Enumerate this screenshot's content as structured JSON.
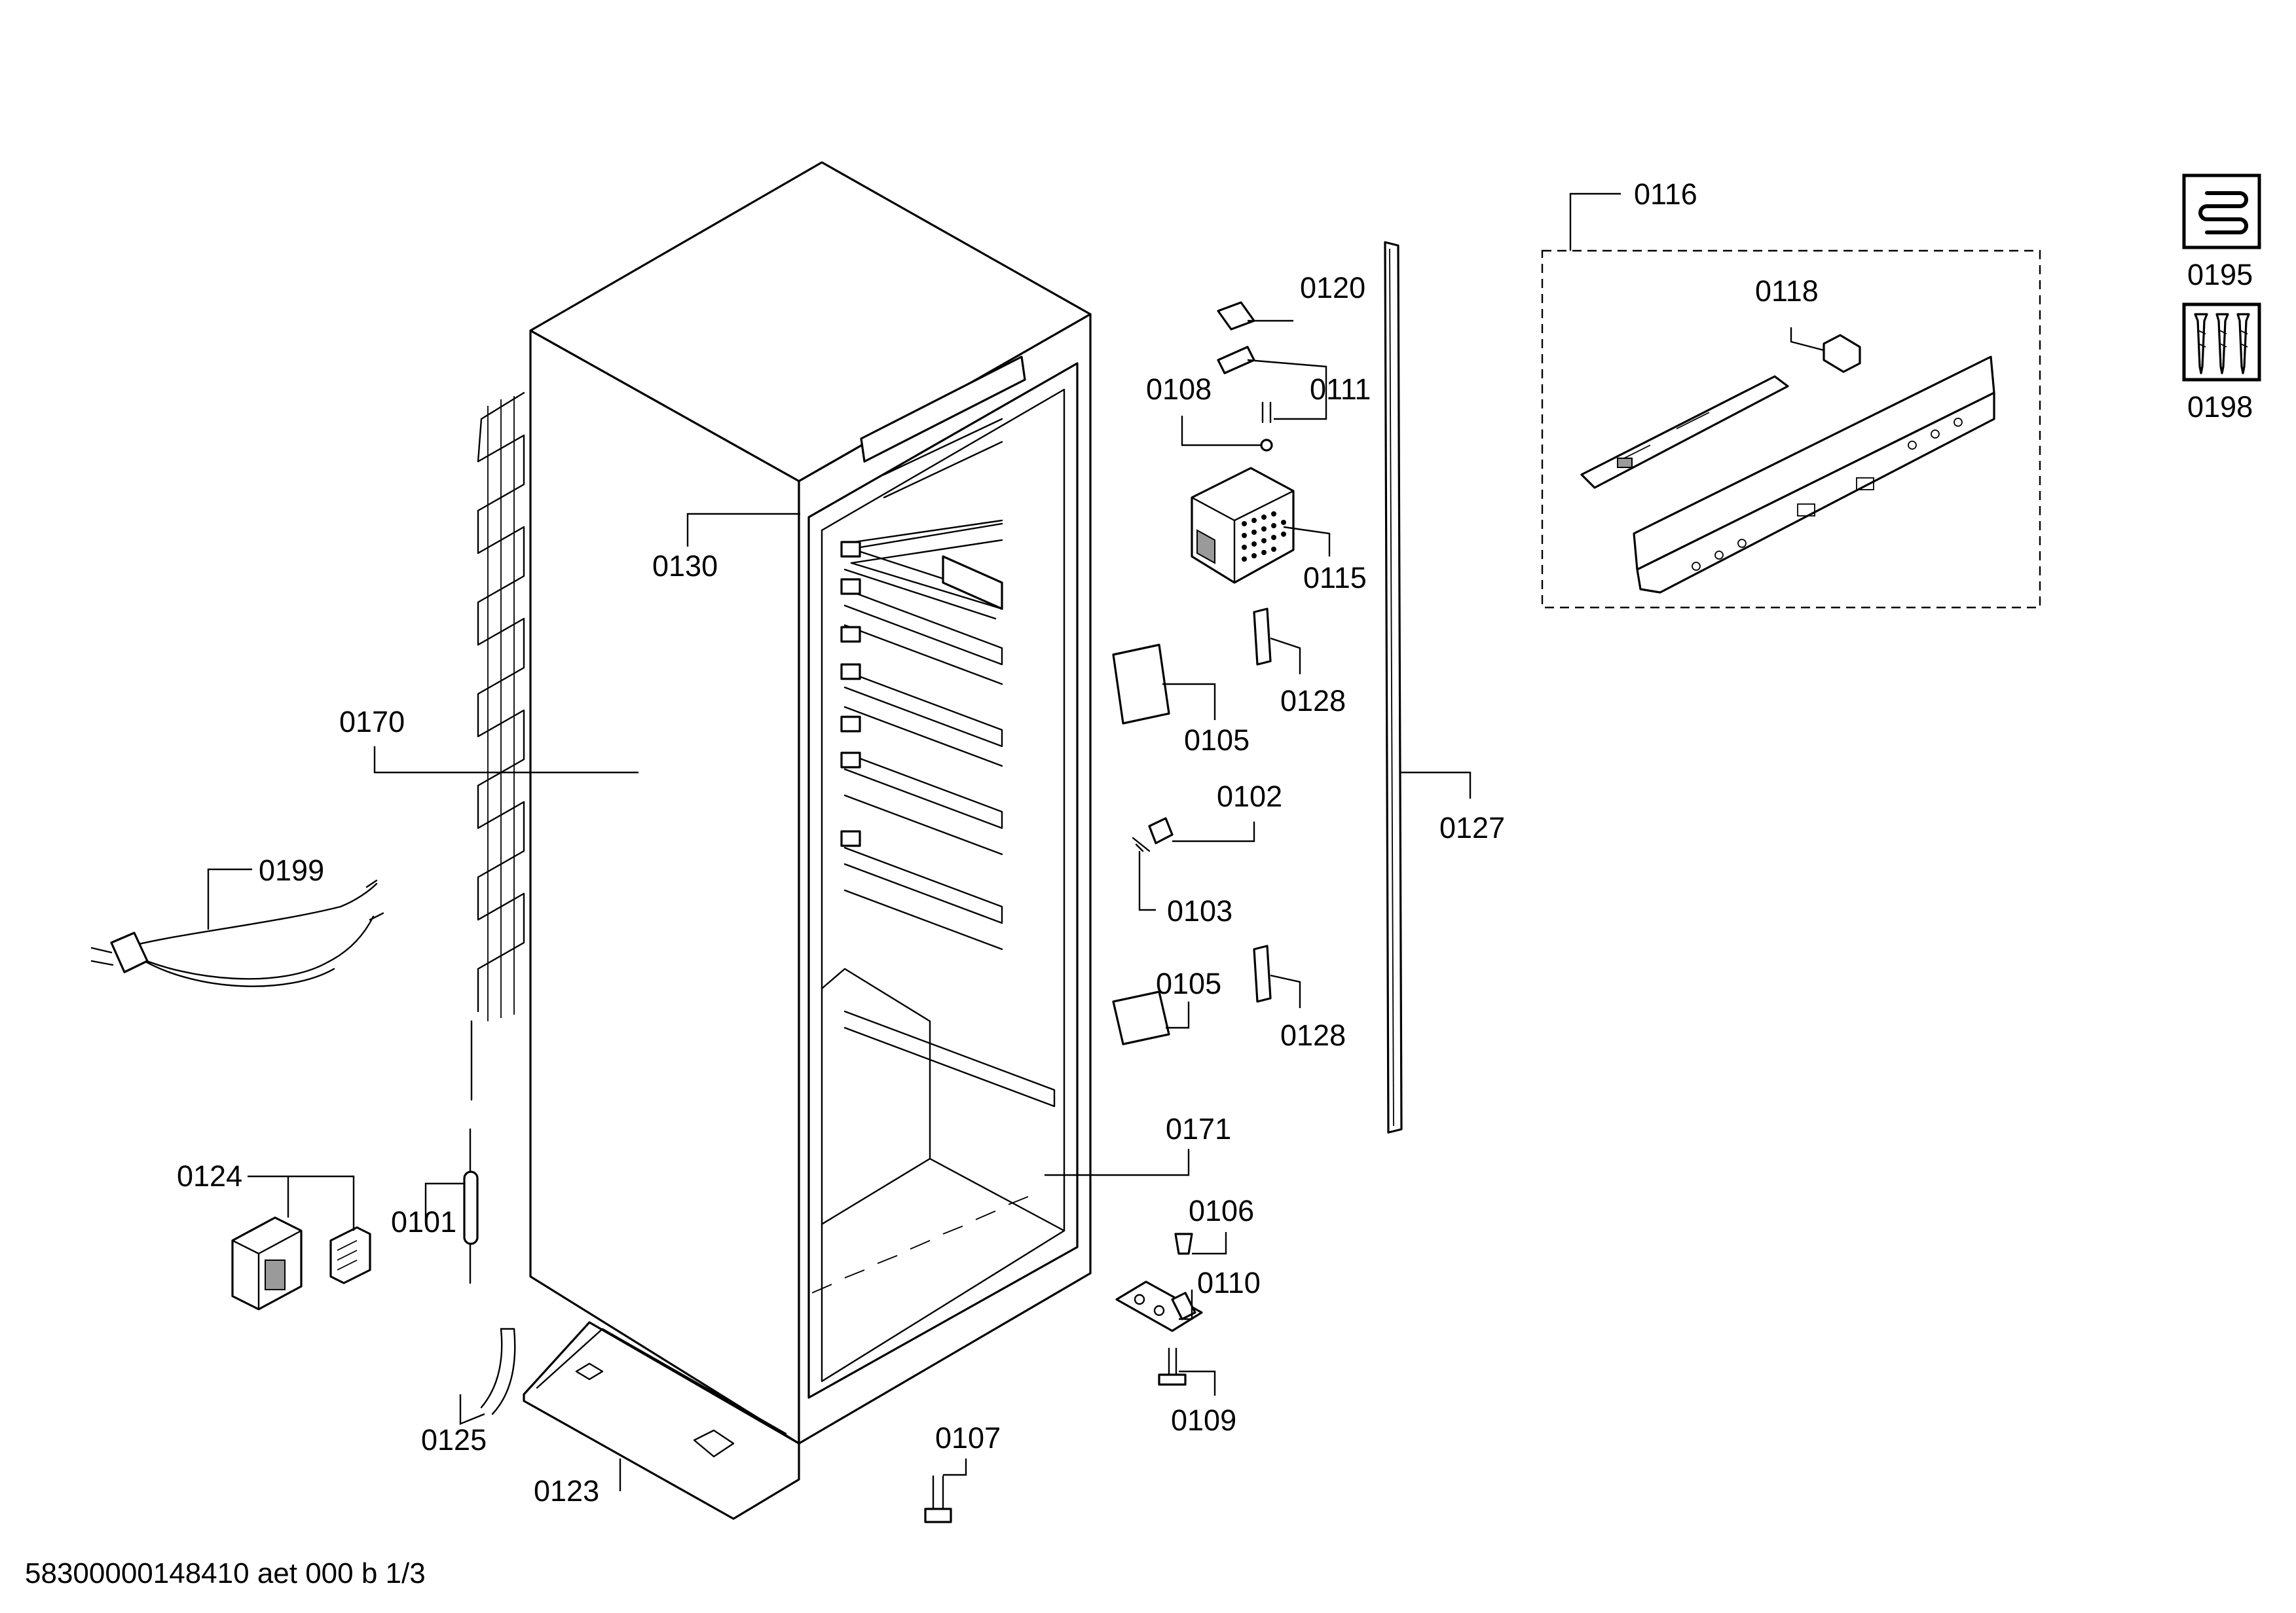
{
  "diagram": {
    "footer": "58300000148410 aet 000 b 1/3",
    "labels": {
      "p0101": "0101",
      "p0102": "0102",
      "p0103": "0103",
      "p0105a": "0105",
      "p0105b": "0105",
      "p0106": "0106",
      "p0107": "0107",
      "p0108": "0108",
      "p0109": "0109",
      "p0110": "0110",
      "p0111": "0111",
      "p0115": "0115",
      "p0116": "0116",
      "p0118": "0118",
      "p0120": "0120",
      "p0123": "0123",
      "p0124": "0124",
      "p0125": "0125",
      "p0127": "0127",
      "p0128a": "0128",
      "p0128b": "0128",
      "p0130": "0130",
      "p0170": "0170",
      "p0171": "0171",
      "p0195": "0195",
      "p0198": "0198",
      "p0199": "0199"
    }
  }
}
